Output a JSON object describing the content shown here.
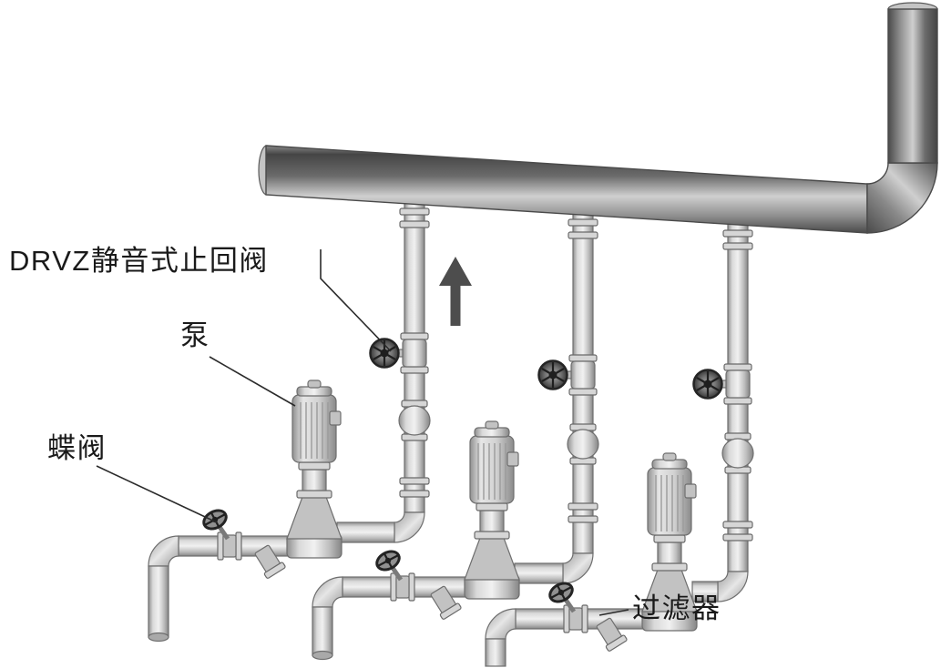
{
  "page": {
    "background": "#ffffff"
  },
  "diagram": {
    "kind": "pump-piping-installation-diagram",
    "flow_arrow_direction": "up",
    "labels": [
      {
        "id": "check-valve",
        "text": "DRVZ静音式止回阀"
      },
      {
        "id": "pump",
        "text": "泵"
      },
      {
        "id": "butterfly-valve",
        "text": "蝶阀"
      },
      {
        "id": "strainer",
        "text": "过滤器"
      }
    ],
    "colors": {
      "header_pipe_dark": "#4a4a4a",
      "branch_pipe_light": "#d9d9d9",
      "outline": "#6e6e6e",
      "label_text": "#1a1a1a",
      "arrow": "#4d4d4d"
    }
  }
}
